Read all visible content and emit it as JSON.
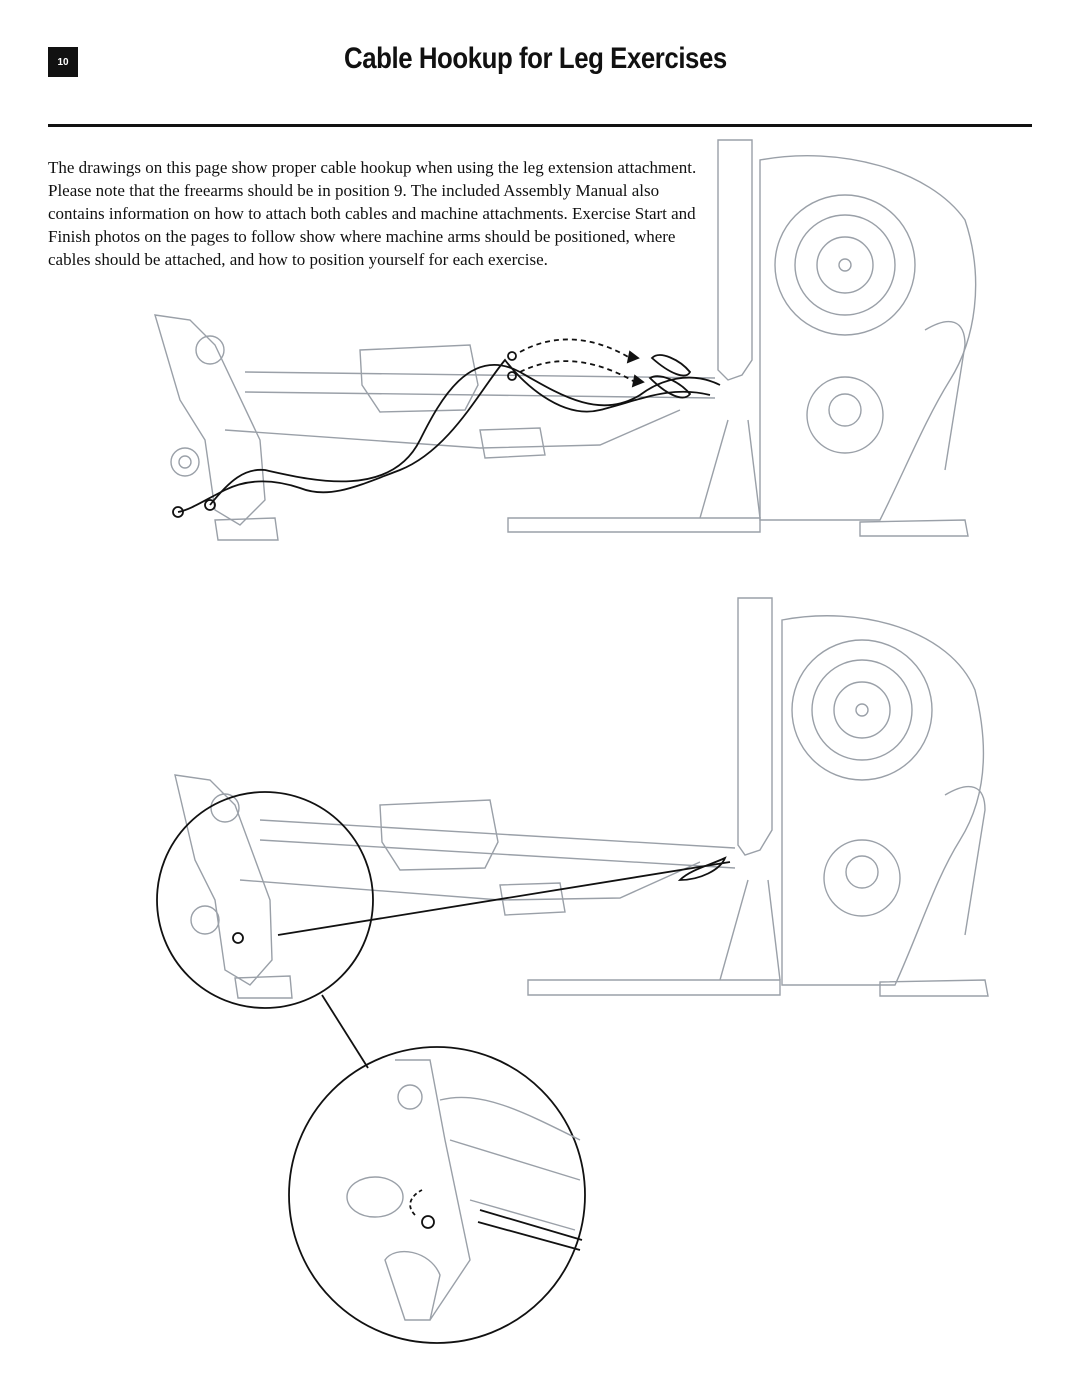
{
  "page": {
    "number": "10",
    "title": "Cable Hookup for Leg Exercises",
    "intro": "The drawings on this page show proper cable hookup when using the leg extension attachment. Please note that the freearms should be in position 9. The included Assembly Manual also contains information on how to attach both cables and machine attachments. Exercise Start and Finish photos on the pages to follow show where machine arms should be positioned, where cables should be attached, and how to position yourself for each exercise."
  },
  "colors": {
    "line": "#9aa0a8",
    "ink": "#111111"
  }
}
